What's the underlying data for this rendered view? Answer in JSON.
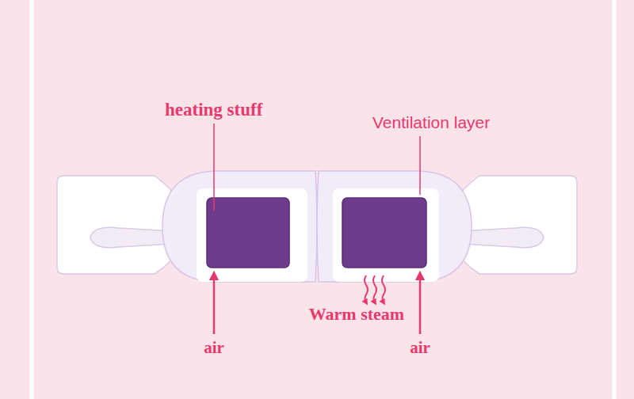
{
  "diagram": {
    "labels": [
      "heating stuff",
      "Ventilation layer",
      "Warm steam",
      "air",
      "air"
    ]
  }
}
